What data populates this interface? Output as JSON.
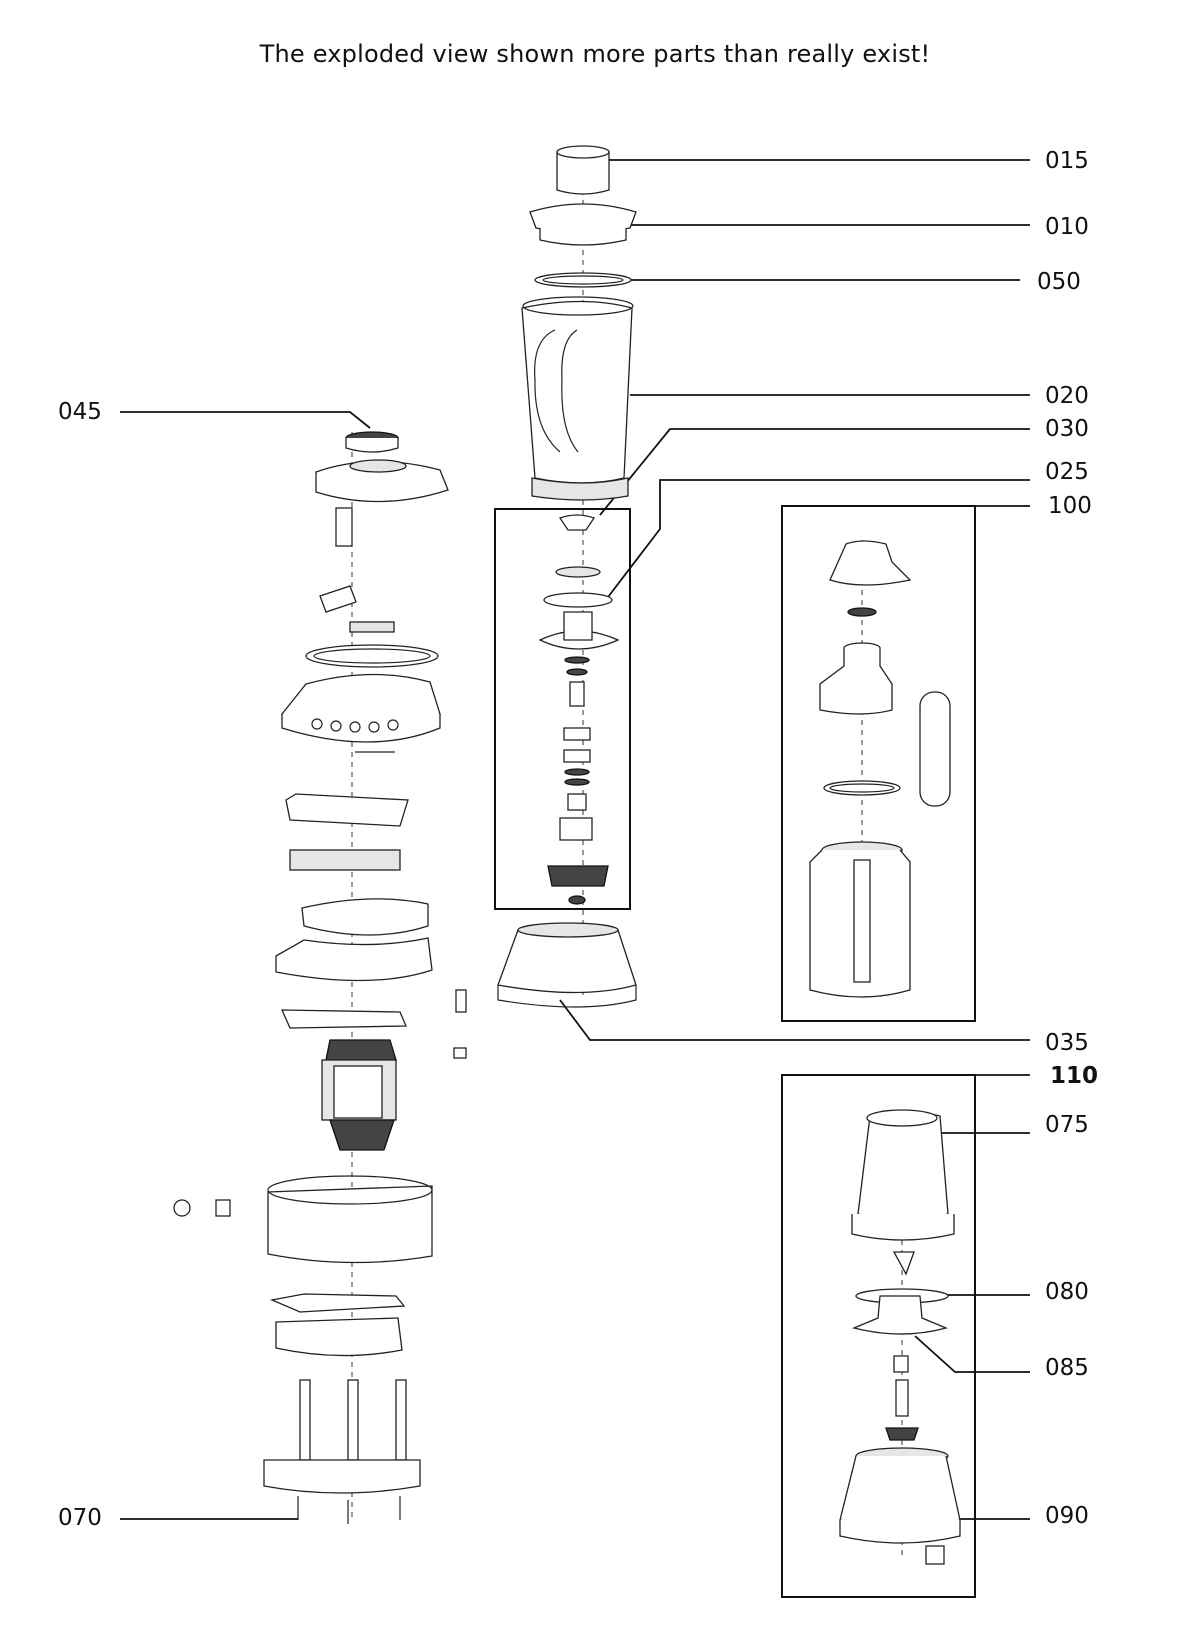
{
  "title": "The exploded view shown more parts than really exist!",
  "labels": {
    "p015": "015",
    "p010": "010",
    "p050": "050",
    "p045": "045",
    "p020": "020",
    "p030": "030",
    "p025": "025",
    "p100": "100",
    "p035": "035",
    "p110": "110",
    "p075": "075",
    "p080": "080",
    "p085": "085",
    "p090": "090",
    "p070": "070"
  }
}
